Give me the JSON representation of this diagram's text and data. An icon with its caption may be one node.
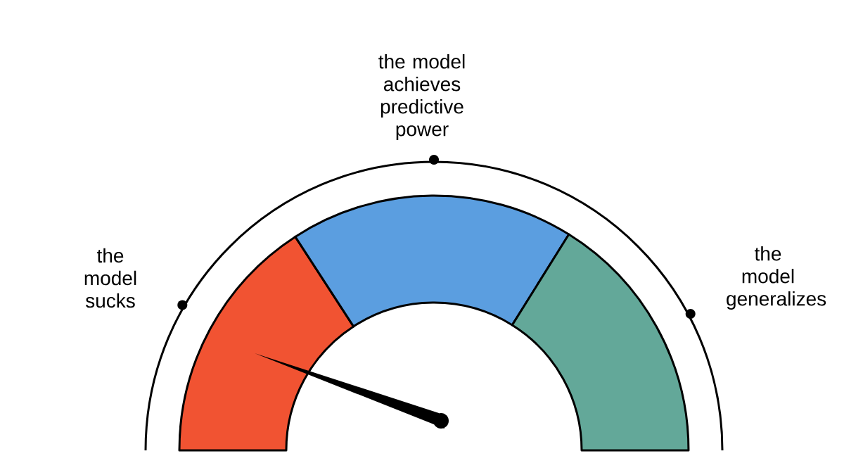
{
  "diagram": {
    "labels": [
      "the model achieves predictive power",
      "the model sucks",
      "the model generalizes"
    ]
  }
}
